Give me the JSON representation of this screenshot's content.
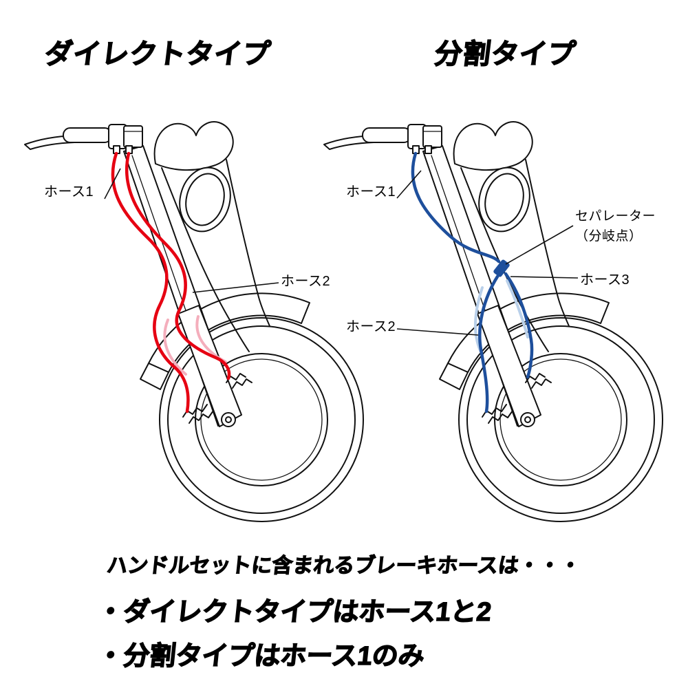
{
  "titles": {
    "direct": "ダイレクトタイプ",
    "split": "分割タイプ"
  },
  "labels": {
    "direct_hose1": "ホース1",
    "direct_hose2": "ホース2",
    "split_hose1": "ホース1",
    "separator_line1": "セパレーター",
    "separator_line2": "（分岐点）",
    "split_hose3": "ホース3",
    "split_hose2": "ホース2"
  },
  "footer": {
    "intro": "ハンドルセットに含まれるブレーキホースは・・・",
    "bullet_direct": "・ダイレクトタイプはホース1と2",
    "bullet_split": "・分割タイプはホース1のみ"
  },
  "colors": {
    "direct_hose": "#e60012",
    "direct_hose_light": "#f4aebc",
    "split_hose": "#1e4f9c",
    "split_hose_light": "#b9d0ea",
    "line_art": "#111111"
  }
}
